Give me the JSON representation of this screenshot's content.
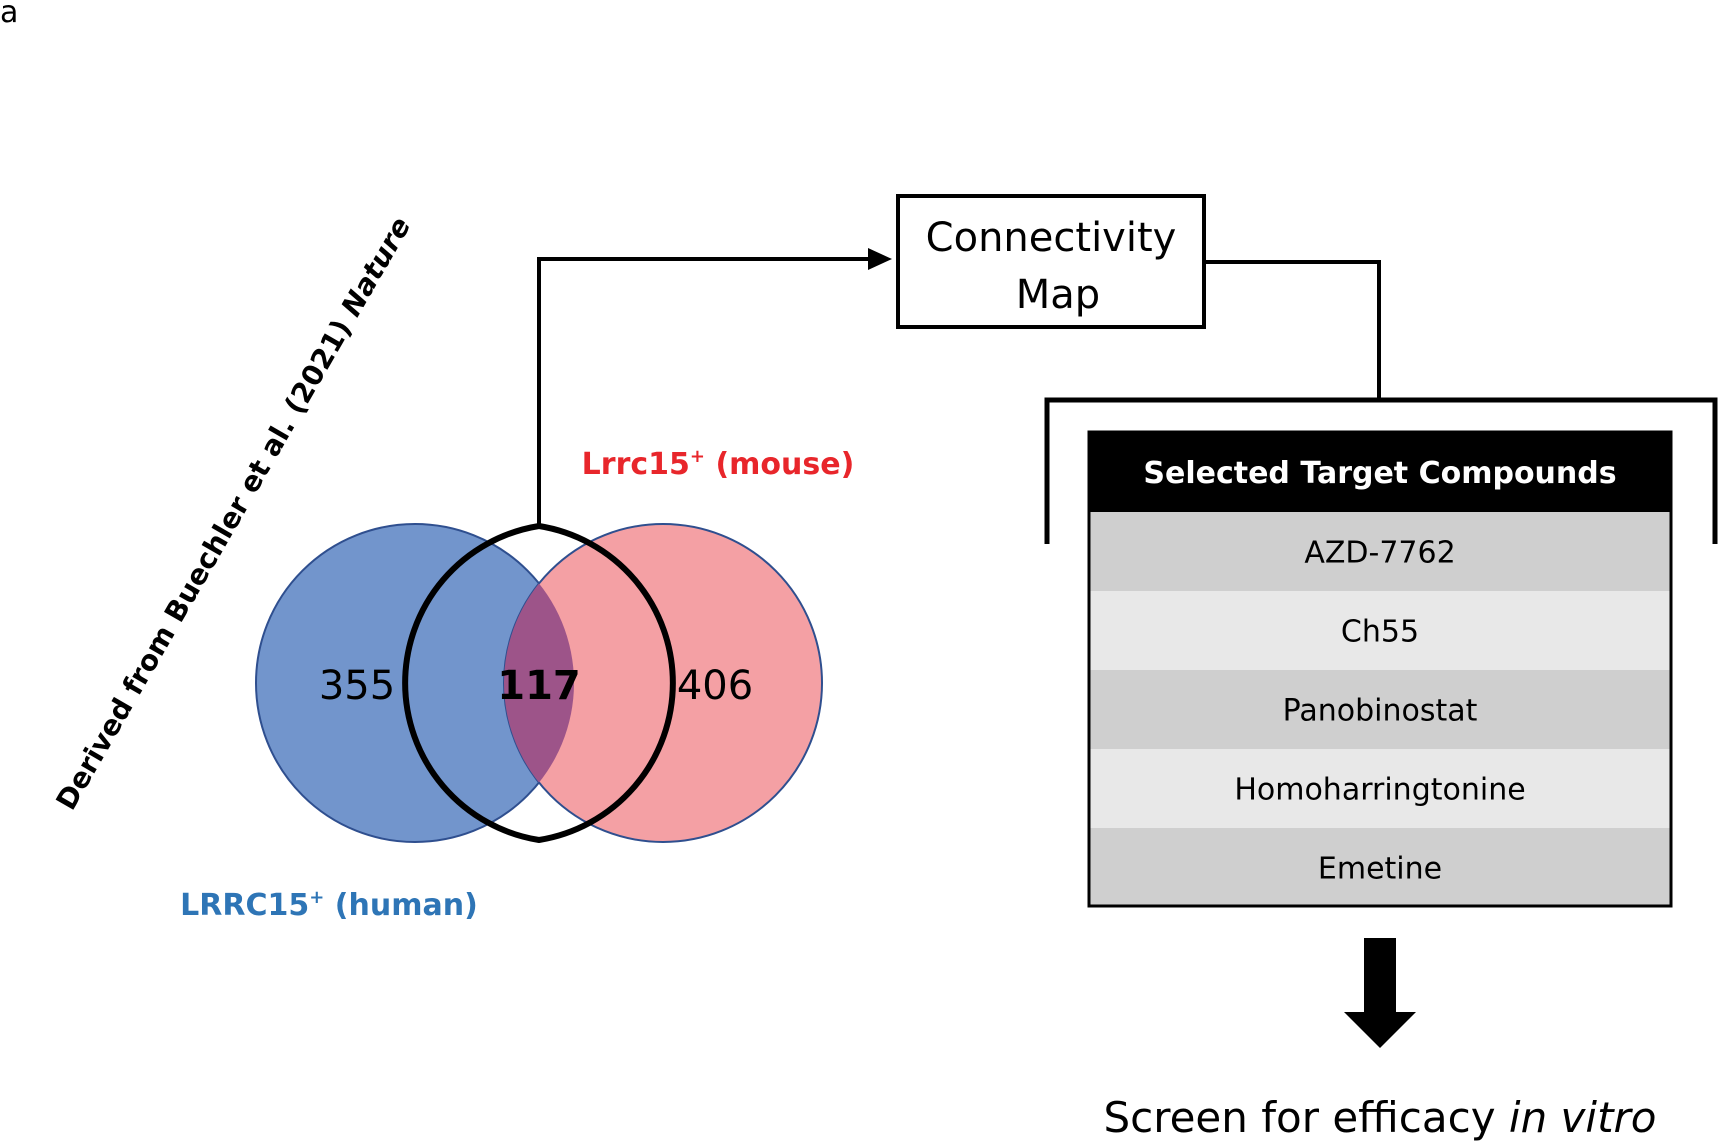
{
  "panel_label": "a",
  "rotated_note": {
    "prefix": "Derived from Buechler et al. (2021) ",
    "journal": "Nature"
  },
  "venn": {
    "human": {
      "label_main": "LRRC15",
      "label_sup": "+",
      "label_tail": " (human)",
      "count": "355",
      "color": "#7295cc"
    },
    "mouse": {
      "label_main": "Lrrc15",
      "label_sup": "+",
      "label_tail": " (mouse)",
      "count": "406",
      "color": "#f4a0a4"
    },
    "overlap": {
      "count": "117",
      "color": "#9d5489"
    },
    "human_label_color": "#2e75b6",
    "mouse_label_color": "#e8262b"
  },
  "cmap_box": {
    "line1": "Connectivity",
    "line2": "Map"
  },
  "compounds": {
    "header": "Selected Target Compounds",
    "items": [
      "AZD-7762",
      "Ch55",
      "Panobinostat",
      "Homoharringtonine",
      "Emetine"
    ]
  },
  "outcome": {
    "prefix": "Screen for efficacy ",
    "italic": "in vitro"
  }
}
